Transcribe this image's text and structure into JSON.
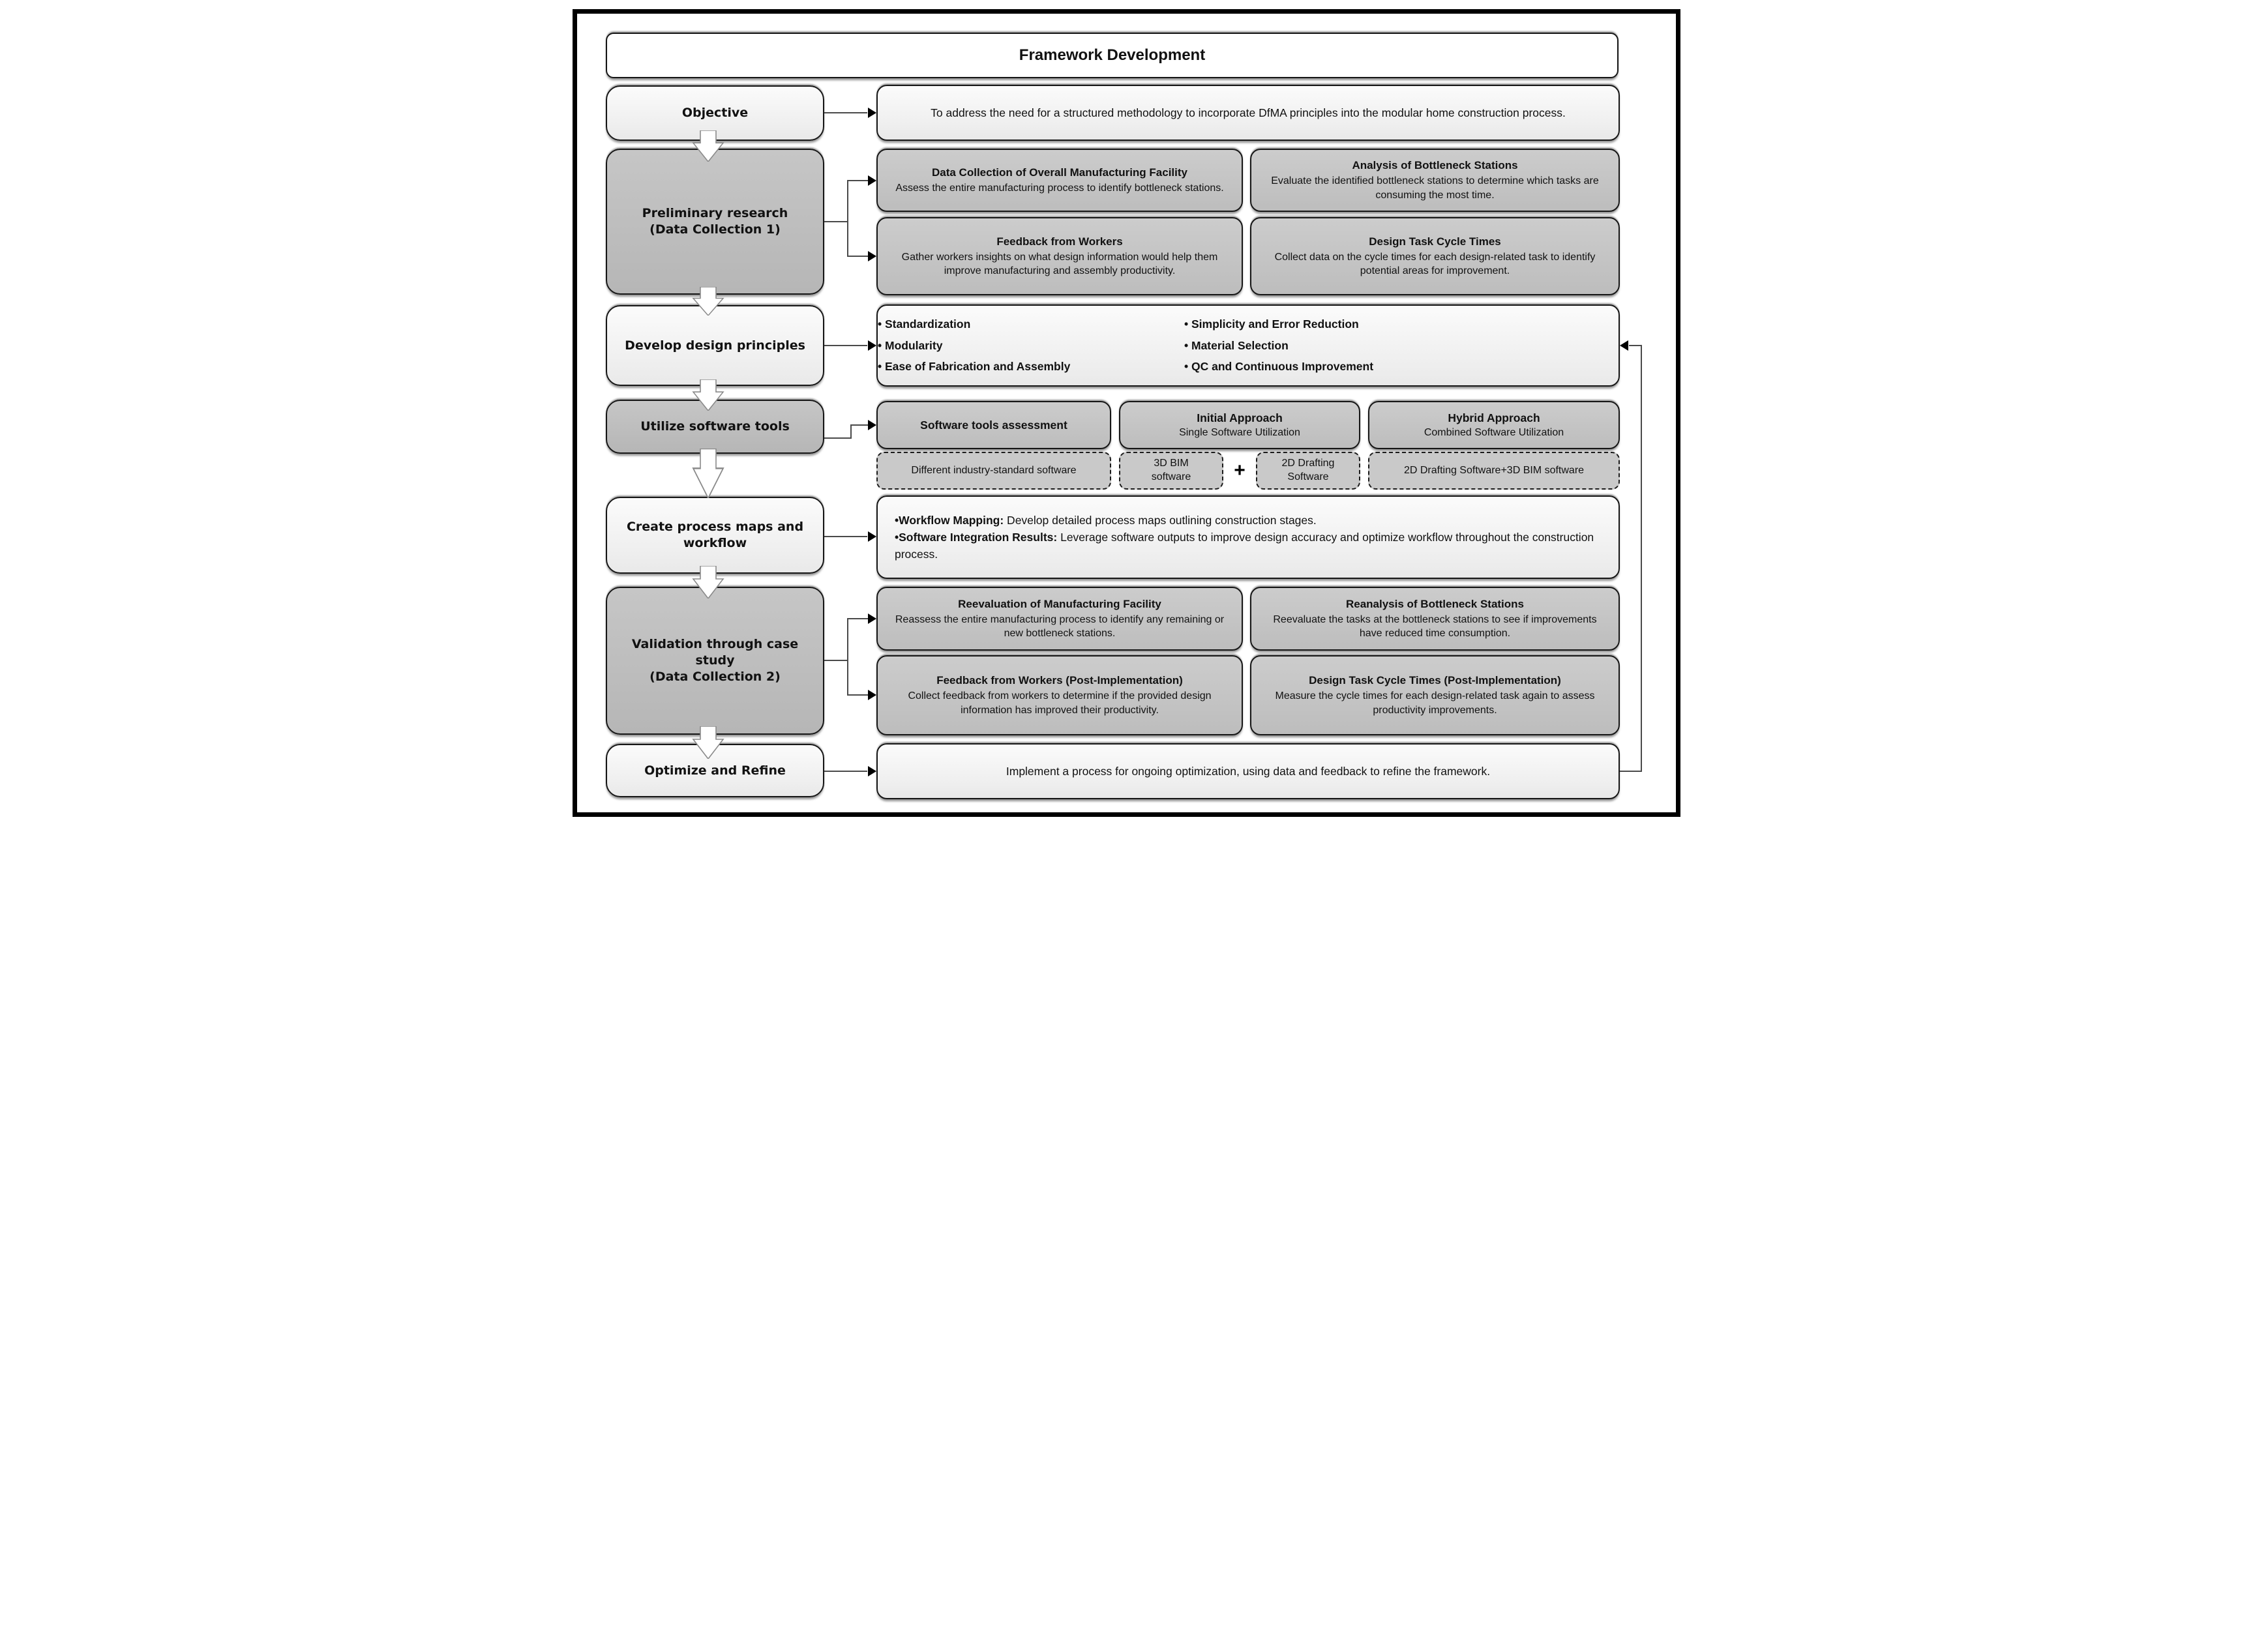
{
  "title": "Framework Development",
  "stages": {
    "objective": "Objective",
    "preliminary": "Preliminary research\n(Data Collection 1)",
    "principles": "Develop design principles",
    "software": "Utilize software tools",
    "process_maps": "Create process maps and\nworkflow",
    "validation": "Validation through case\nstudy\n(Data Collection 2)",
    "optimize": "Optimize and Refine"
  },
  "objective_detail": "To address the need for a structured methodology to incorporate DfMA principles into the modular home construction process.",
  "preliminary_cards": [
    {
      "title": "Data Collection of Overall Manufacturing Facility",
      "body": "Assess the entire manufacturing process to identify bottleneck stations."
    },
    {
      "title": "Analysis of Bottleneck Stations",
      "body": "Evaluate the identified bottleneck stations to determine which tasks are consuming the most time."
    },
    {
      "title": "Feedback from Workers",
      "body": "Gather workers insights on what design information would help them improve manufacturing and assembly productivity."
    },
    {
      "title": "Design Task Cycle Times",
      "body": "Collect data on the cycle times for each design-related task to identify potential areas for improvement."
    }
  ],
  "principles": {
    "left": [
      "Standardization",
      "Modularity",
      "Ease of Fabrication and Assembly"
    ],
    "right": [
      "Simplicity and Error Reduction",
      "Material Selection",
      "QC and Continuous Improvement"
    ]
  },
  "software": {
    "assessment": "Software tools assessment",
    "initial_title": "Initial Approach",
    "initial_subtitle": "Single Software Utilization",
    "hybrid_title": "Hybrid Approach",
    "hybrid_subtitle": "Combined Software Utilization",
    "industry": "Different industry-standard software",
    "bim": "3D BIM\nsoftware",
    "plus": "+",
    "drafting": "2D Drafting\nSoftware",
    "combo": "2D Drafting Software+3D BIM software"
  },
  "process_maps": {
    "items": [
      {
        "lead": "•Workflow Mapping:",
        "rest": " Develop detailed process maps outlining construction stages."
      },
      {
        "lead": "•Software Integration Results:",
        "rest": " Leverage software outputs to improve design accuracy and optimize workflow throughout the construction process."
      }
    ]
  },
  "validation_cards": [
    {
      "title": "Reevaluation of Manufacturing Facility",
      "body": "Reassess the entire manufacturing process to identify any remaining or new bottleneck stations."
    },
    {
      "title": "Reanalysis of Bottleneck Stations",
      "body": "Reevaluate the tasks at the bottleneck stations to see if improvements have reduced time consumption."
    },
    {
      "title": "Feedback from Workers (Post-Implementation)",
      "body": "Collect feedback from workers to determine if the provided design information has improved their productivity."
    },
    {
      "title": "Design Task Cycle Times (Post-Implementation)",
      "body": "Measure the cycle times for each design-related task again to assess productivity improvements."
    }
  ],
  "optimize_detail": "Implement a process for ongoing optimization, using data and feedback to refine the framework.",
  "colors": {
    "dark_stage_fill": "#bdbdbd",
    "dark_card_fill": "#c6c6c6",
    "light_fill": "#f1f1f1",
    "border": "#161616",
    "connector": "#4a4a4a"
  }
}
